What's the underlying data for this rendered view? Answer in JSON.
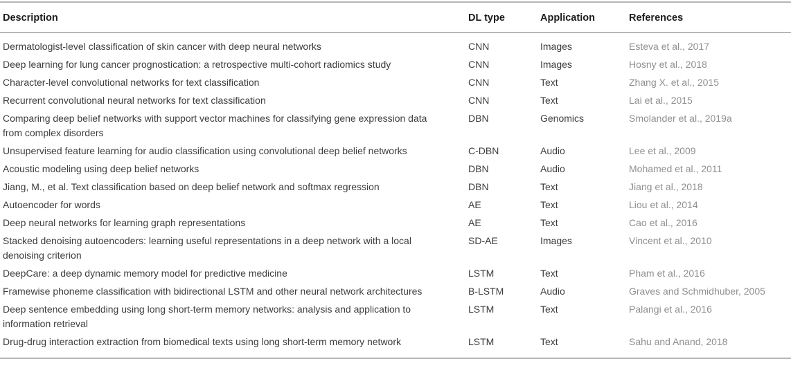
{
  "table": {
    "columns": [
      "Description",
      "DL type",
      "Application",
      "References"
    ],
    "rows": [
      {
        "description": "Dermatologist-level classification of skin cancer with deep neural networks",
        "dl_type": "CNN",
        "application": "Images",
        "references": "Esteva et al., 2017"
      },
      {
        "description": "Deep learning for lung cancer prognostication: a retrospective multi-cohort radiomics study",
        "dl_type": "CNN",
        "application": "Images",
        "references": "Hosny et al., 2018"
      },
      {
        "description": "Character-level convolutional networks for text classification",
        "dl_type": "CNN",
        "application": "Text",
        "references": "Zhang X. et al., 2015"
      },
      {
        "description": "Recurrent convolutional neural networks for text classification",
        "dl_type": "CNN",
        "application": "Text",
        "references": "Lai et al., 2015"
      },
      {
        "description": "Comparing deep belief networks with support vector machines for classifying gene expression data from complex disorders",
        "dl_type": "DBN",
        "application": "Genomics",
        "references": "Smolander et al., 2019a"
      },
      {
        "description": "Unsupervised feature learning for audio classification using convolutional deep belief networks",
        "dl_type": "C-DBN",
        "application": "Audio",
        "references": "Lee et al., 2009"
      },
      {
        "description": "Acoustic modeling using deep belief networks",
        "dl_type": "DBN",
        "application": "Audio",
        "references": "Mohamed et al., 2011"
      },
      {
        "description": "Jiang, M., et al. Text classification based on deep belief network and softmax regression",
        "dl_type": "DBN",
        "application": "Text",
        "references": "Jiang et al., 2018"
      },
      {
        "description": "Autoencoder for words",
        "dl_type": "AE",
        "application": "Text",
        "references": "Liou et al., 2014"
      },
      {
        "description": "Deep neural networks for learning graph representations",
        "dl_type": "AE",
        "application": "Text",
        "references": "Cao et al., 2016"
      },
      {
        "description": "Stacked denoising autoencoders: learning useful representations in a deep network with a local denoising criterion",
        "dl_type": "SD-AE",
        "application": "Images",
        "references": "Vincent et al., 2010"
      },
      {
        "description": "DeepCare: a deep dynamic memory model for predictive medicine",
        "dl_type": "LSTM",
        "application": "Text",
        "references": "Pham et al., 2016"
      },
      {
        "description": "Framewise phoneme classification with bidirectional LSTM and other neural network architectures",
        "dl_type": "B-LSTM",
        "application": "Audio",
        "references": "Graves and Schmidhuber, 2005"
      },
      {
        "description": "Deep sentence embedding using long short-term memory networks: analysis and application to information retrieval",
        "dl_type": "LSTM",
        "application": "Text",
        "references": "Palangi et al., 2016"
      },
      {
        "description": "Drug-drug interaction extraction from biomedical texts using long short-term memory network",
        "dl_type": "LSTM",
        "application": "Text",
        "references": "Sahu and Anand, 2018"
      }
    ]
  },
  "colors": {
    "header_text": "#1c1c1c",
    "body_text": "#3d3d3d",
    "reference_text": "#8f8f8f",
    "rule": "#b7b7b7",
    "background": "#ffffff"
  }
}
